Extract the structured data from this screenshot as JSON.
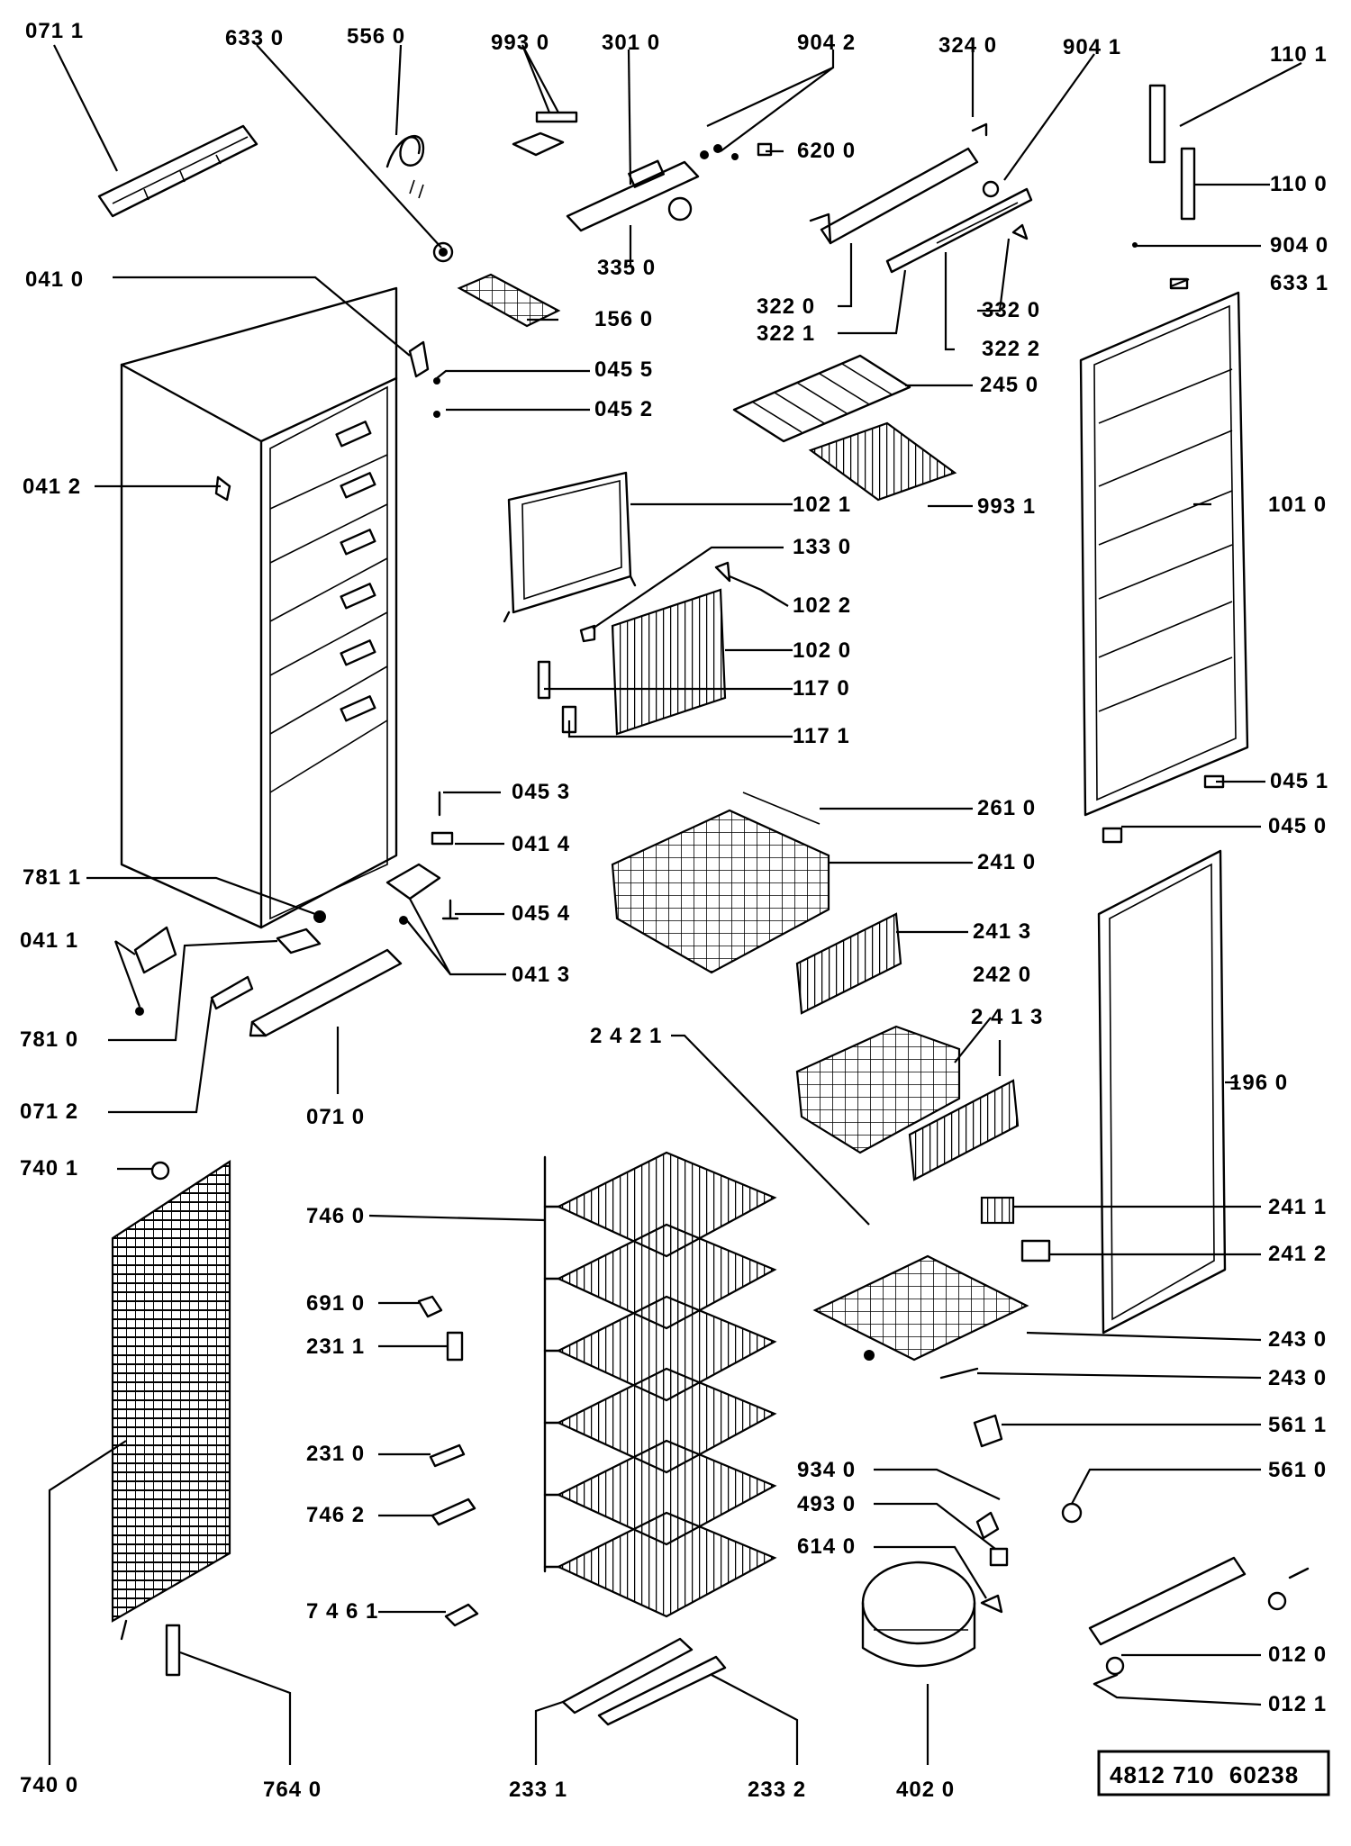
{
  "reference_code": "4812 710  60238",
  "labels": [
    {
      "id": "0711",
      "text": "071 1"
    },
    {
      "id": "6330",
      "text": "633 0"
    },
    {
      "id": "5560",
      "text": "556 0"
    },
    {
      "id": "9930",
      "text": "993 0"
    },
    {
      "id": "3010",
      "text": "301 0"
    },
    {
      "id": "9042",
      "text": "904  2"
    },
    {
      "id": "3240",
      "text": "324  0"
    },
    {
      "id": "9041",
      "text": "904 1"
    },
    {
      "id": "1101",
      "text": "110 1"
    },
    {
      "id": "6200",
      "text": "620 0"
    },
    {
      "id": "1100",
      "text": "110 0"
    },
    {
      "id": "3350",
      "text": "335 0"
    },
    {
      "id": "9040",
      "text": "904 0"
    },
    {
      "id": "0410",
      "text": "041 0"
    },
    {
      "id": "3220",
      "text": "322 0"
    },
    {
      "id": "3320",
      "text": "332 0"
    },
    {
      "id": "6331",
      "text": "633 1"
    },
    {
      "id": "1560",
      "text": "156 0"
    },
    {
      "id": "3221",
      "text": "322 1"
    },
    {
      "id": "3222",
      "text": "322 2"
    },
    {
      "id": "0455",
      "text": "045 5"
    },
    {
      "id": "2450",
      "text": "245 0"
    },
    {
      "id": "0452",
      "text": "045 2"
    },
    {
      "id": "0412",
      "text": "041 2"
    },
    {
      "id": "1021",
      "text": "102 1"
    },
    {
      "id": "9931",
      "text": "993  1"
    },
    {
      "id": "1010",
      "text": "101  0"
    },
    {
      "id": "1330",
      "text": "133 0"
    },
    {
      "id": "1022",
      "text": "102 2"
    },
    {
      "id": "1020",
      "text": "102 0"
    },
    {
      "id": "1170",
      "text": "117 0"
    },
    {
      "id": "1171",
      "text": "117 1"
    },
    {
      "id": "0451",
      "text": "045 1"
    },
    {
      "id": "0453",
      "text": "045 3"
    },
    {
      "id": "2610",
      "text": "261 0"
    },
    {
      "id": "0450",
      "text": "045 0"
    },
    {
      "id": "0414",
      "text": "041 4"
    },
    {
      "id": "2410",
      "text": "241 0"
    },
    {
      "id": "7811",
      "text": "781 1"
    },
    {
      "id": "0454",
      "text": "045 4"
    },
    {
      "id": "2413a",
      "text": "241 3"
    },
    {
      "id": "0411",
      "text": "041 1"
    },
    {
      "id": "0413",
      "text": "041 3"
    },
    {
      "id": "2420",
      "text": "242 0"
    },
    {
      "id": "7810",
      "text": "781 0"
    },
    {
      "id": "2421",
      "text": "2 4 2 1"
    },
    {
      "id": "2413b",
      "text": "2 4 1 3"
    },
    {
      "id": "0712",
      "text": "071 2"
    },
    {
      "id": "0710",
      "text": "071 0"
    },
    {
      "id": "1960",
      "text": "196 0"
    },
    {
      "id": "7401",
      "text": "740 1"
    },
    {
      "id": "7460",
      "text": "746 0"
    },
    {
      "id": "2411",
      "text": "241 1"
    },
    {
      "id": "2412",
      "text": "241 2"
    },
    {
      "id": "6910",
      "text": "691 0"
    },
    {
      "id": "2311",
      "text": "231 1"
    },
    {
      "id": "2430a",
      "text": "243 0"
    },
    {
      "id": "2430b",
      "text": "243 0"
    },
    {
      "id": "5611",
      "text": "561 1"
    },
    {
      "id": "2310",
      "text": "231 0"
    },
    {
      "id": "9340",
      "text": "934  0"
    },
    {
      "id": "5610",
      "text": "561 0"
    },
    {
      "id": "4930",
      "text": "493  0"
    },
    {
      "id": "7462",
      "text": "746 2"
    },
    {
      "id": "6140",
      "text": "614  0"
    },
    {
      "id": "7461",
      "text": "7 4 6 1"
    },
    {
      "id": "0120",
      "text": "012 0"
    },
    {
      "id": "0121",
      "text": "012 1"
    },
    {
      "id": "7400",
      "text": "740 0"
    },
    {
      "id": "7640",
      "text": "764 0"
    },
    {
      "id": "2331",
      "text": "233 1"
    },
    {
      "id": "2332",
      "text": "233 2"
    },
    {
      "id": "4020",
      "text": "402  0"
    }
  ]
}
